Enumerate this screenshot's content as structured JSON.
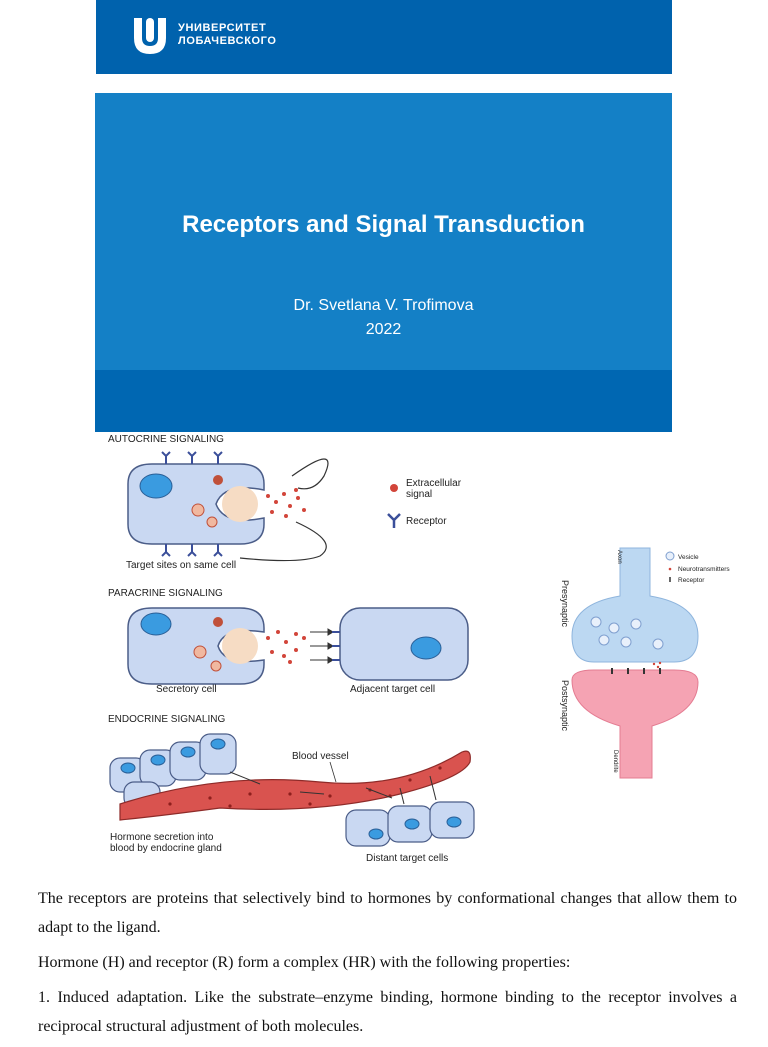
{
  "header": {
    "logo_line1": "УНИВЕРСИТЕТ",
    "logo_line2": "ЛОБАЧЕВСКОГО",
    "brand_color": "#0062ad"
  },
  "slide": {
    "title": "Receptors and Signal Transduction",
    "author": "Dr. Svetlana V. Trofimova",
    "year": "2022",
    "background_color": "#1480c6"
  },
  "figure_signaling": {
    "autocrine_title": "AUTOCRINE SIGNALING",
    "autocrine_caption": "Target sites on same cell",
    "legend_signal": "Extracellular signal",
    "legend_signal_line1": "Extracellular",
    "legend_signal_line2": "signal",
    "legend_receptor": "Receptor",
    "paracrine_title": "PARACRINE SIGNALING",
    "secretory_label": "Secretory cell",
    "adjacent_label": "Adjacent target cell",
    "endocrine_title": "ENDOCRINE SIGNALING",
    "blood_vessel_label": "Blood vessel",
    "hormone_line1": "Hormone secretion into",
    "hormone_line2": "blood by endocrine gland",
    "distant_label": "Distant target cells"
  },
  "figure_synapse": {
    "presynaptic": "Presynaptic",
    "postsynaptic": "Postsynaptic",
    "axon": "Axon",
    "dendrite": "Dendrite",
    "legend_vesicle": "Vesicle",
    "legend_neurotransmitters": "Neurotransmitters",
    "legend_receptor": "Receptor"
  },
  "body": {
    "paragraph1": "The receptors are proteins that selectively bind to hormones by conformational changes that allow them to adapt to the ligand.",
    "paragraph2": "Hormone (H) and receptor (R) form a complex (HR) with the following properties:",
    "paragraph3": "1. Induced adaptation. Like the substrate–enzyme binding, hormone binding to the receptor involves a reciprocal structural adjustment of both molecules."
  }
}
